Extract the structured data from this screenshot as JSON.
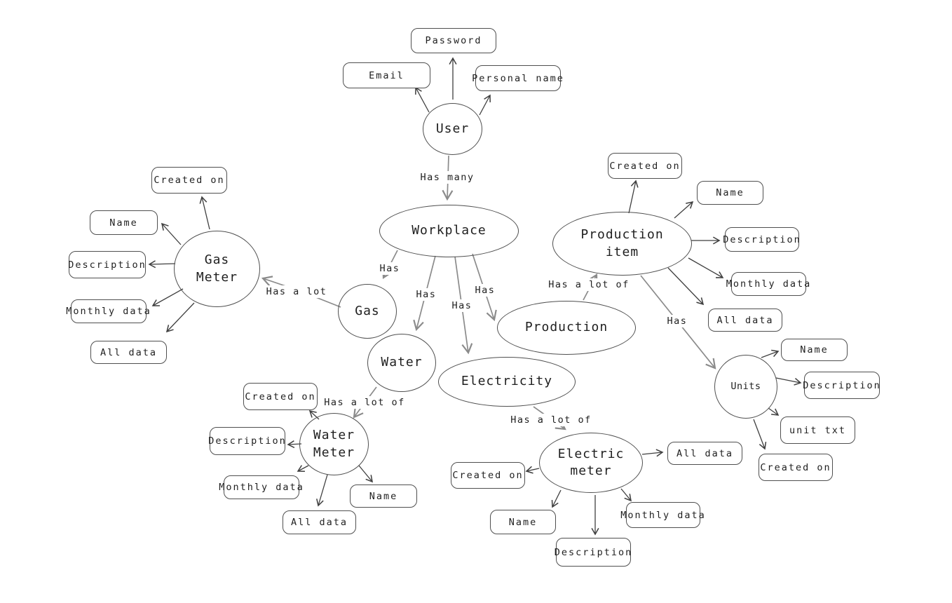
{
  "diagram_type": "entity-relationship",
  "colors": {
    "background": "#ffffff",
    "shape_stroke": "#4f4f4f",
    "relation_stroke": "#8b8b8b",
    "attribute_arrow_stroke": "#3f3f3f",
    "text": "#1f1f1f"
  },
  "entities": {
    "user": {
      "label": "User"
    },
    "workplace": {
      "label": "Workplace"
    },
    "gas": {
      "label": "Gas"
    },
    "water": {
      "label": "Water"
    },
    "electricity": {
      "label": "Electricity"
    },
    "production": {
      "label": "Production"
    },
    "production_item": {
      "label": "Production\nitem"
    },
    "gas_meter": {
      "label": "Gas\nMeter"
    },
    "water_meter": {
      "label": "Water\nMeter"
    },
    "electric_meter": {
      "label": "Electric\nmeter"
    },
    "units": {
      "label": "Units"
    }
  },
  "attributes": {
    "user": [
      "Password",
      "Email",
      "Personal name"
    ],
    "gas_meter": [
      "Created on",
      "Name",
      "Description",
      "Monthly data",
      "All data"
    ],
    "water_meter": [
      "Created on",
      "Description",
      "Monthly data",
      "Name",
      "All data"
    ],
    "electric_meter": [
      "All data",
      "Created on",
      "Name",
      "Monthly data",
      "Description"
    ],
    "production_item": [
      "Created on",
      "Name",
      "Description",
      "Monthly data",
      "All data"
    ],
    "units": [
      "Name",
      "Description",
      "unit txt",
      "Created on"
    ]
  },
  "relations": {
    "user_workplace": "Has many",
    "workplace_gas": "Has",
    "workplace_water": "Has",
    "workplace_electricity": "Has",
    "workplace_production": "Has",
    "gas_gas_meter": "Has a lot",
    "water_water_meter": "Has a lot of",
    "electricity_electric_meter": "Has a lot of",
    "production_production_item": "Has a lot of",
    "production_item_units": "Has"
  }
}
